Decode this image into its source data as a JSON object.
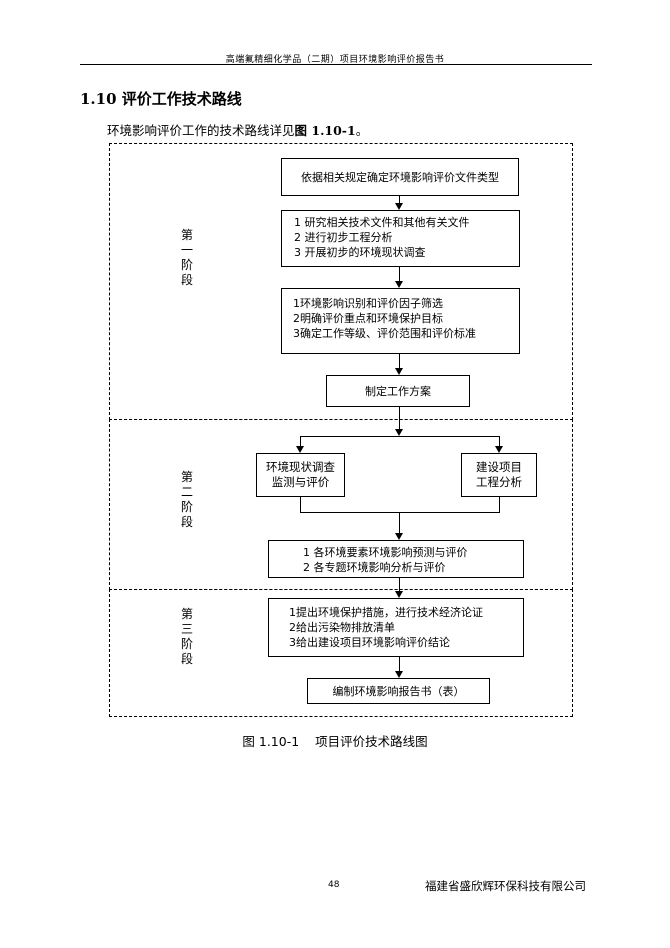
{
  "header": {
    "title": "高端氟精细化学品（二期）项目环境影响评价报告书"
  },
  "section": {
    "title": "1.10 评价工作技术路线",
    "intro_prefix": "环境影响评价工作的技术路线详见",
    "intro_ref": "图 1.10-1",
    "intro_suffix": "。"
  },
  "flowchart": {
    "stage1_label": "第一阶段",
    "stage2_label": "第二阶段",
    "stage3_label": "第三阶段",
    "box_start": "依据相关规定确定环境影响评价文件类型",
    "box_research": [
      "1  研究相关技术文件和其他有关文件",
      "2  进行初步工程分析",
      "3  开展初步的环境现状调查"
    ],
    "box_identify": [
      "1环境影响识别和评价因子筛选",
      "2明确评价重点和环境保护目标",
      "3确定工作等级、评价范围和评价标准"
    ],
    "box_plan": "制定工作方案",
    "box_survey": [
      "环境现状调查",
      "监测与评价"
    ],
    "box_project": [
      "建设项目",
      "工程分析"
    ],
    "box_predict": [
      "1 各环境要素环境影响预测与评价",
      "2 各专题环境影响分析与评价"
    ],
    "box_measures": [
      "1提出环境保护措施，进行技术经济论证",
      "2给出污染物排放清单",
      "3给出建设项目环境影响评价结论"
    ],
    "box_report": "编制环境影响报告书（表）"
  },
  "caption": "图 1.10-1    项目评价技术路线图",
  "footer": {
    "page_number": "48",
    "company": "福建省盛欣辉环保科技有限公司"
  }
}
